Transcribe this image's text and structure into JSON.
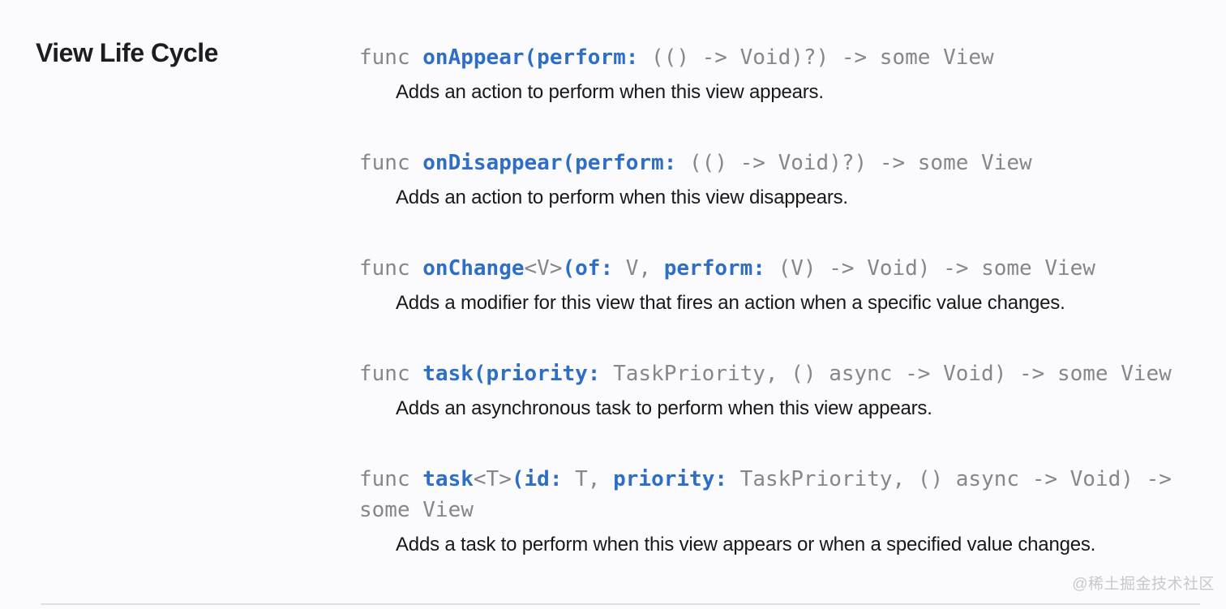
{
  "page": {
    "title": "View Life Cycle",
    "watermark": "@稀土掘金技术社区"
  },
  "colors": {
    "code_blue": "#2e6ec6",
    "code_gray": "#86868b",
    "text_dark": "#1d1d1f",
    "background": "#fbfbfd",
    "watermark_gray": "#c7c8cc",
    "divider_gray": "#dfdfe3"
  },
  "api_entries": [
    {
      "signature": [
        {
          "text": "func ",
          "style": "gray"
        },
        {
          "text": "onAppear(perform:",
          "style": "blue"
        },
        {
          "text": " (() -> Void)?) -> some View",
          "style": "gray"
        }
      ],
      "description": "Adds an action to perform when this view appears."
    },
    {
      "signature": [
        {
          "text": "func ",
          "style": "gray"
        },
        {
          "text": "onDisappear(perform:",
          "style": "blue"
        },
        {
          "text": " (() -> Void)?) -> some View",
          "style": "gray"
        }
      ],
      "description": "Adds an action to perform when this view disappears."
    },
    {
      "signature": [
        {
          "text": "func ",
          "style": "gray"
        },
        {
          "text": "onChange",
          "style": "blue"
        },
        {
          "text": "<V>",
          "style": "gray"
        },
        {
          "text": "(of:",
          "style": "blue"
        },
        {
          "text": " V, ",
          "style": "gray"
        },
        {
          "text": "perform:",
          "style": "blue"
        },
        {
          "text": " (V) -> Void) -> some View",
          "style": "gray"
        }
      ],
      "description": "Adds a modifier for this view that fires an action when a specific value changes."
    },
    {
      "signature": [
        {
          "text": "func ",
          "style": "gray"
        },
        {
          "text": "task(priority:",
          "style": "blue"
        },
        {
          "text": " TaskPriority, () async -> Void) -> some View",
          "style": "gray"
        }
      ],
      "description": "Adds an asynchronous task to perform when this view appears."
    },
    {
      "signature": [
        {
          "text": "func ",
          "style": "gray"
        },
        {
          "text": "task",
          "style": "blue"
        },
        {
          "text": "<T>",
          "style": "gray"
        },
        {
          "text": "(id:",
          "style": "blue"
        },
        {
          "text": " T, ",
          "style": "gray"
        },
        {
          "text": "priority:",
          "style": "blue"
        },
        {
          "text": " TaskPriority, () async -> Void) -> some View",
          "style": "gray"
        }
      ],
      "description": "Adds a task to perform when this view appears or when a specified value changes."
    }
  ]
}
